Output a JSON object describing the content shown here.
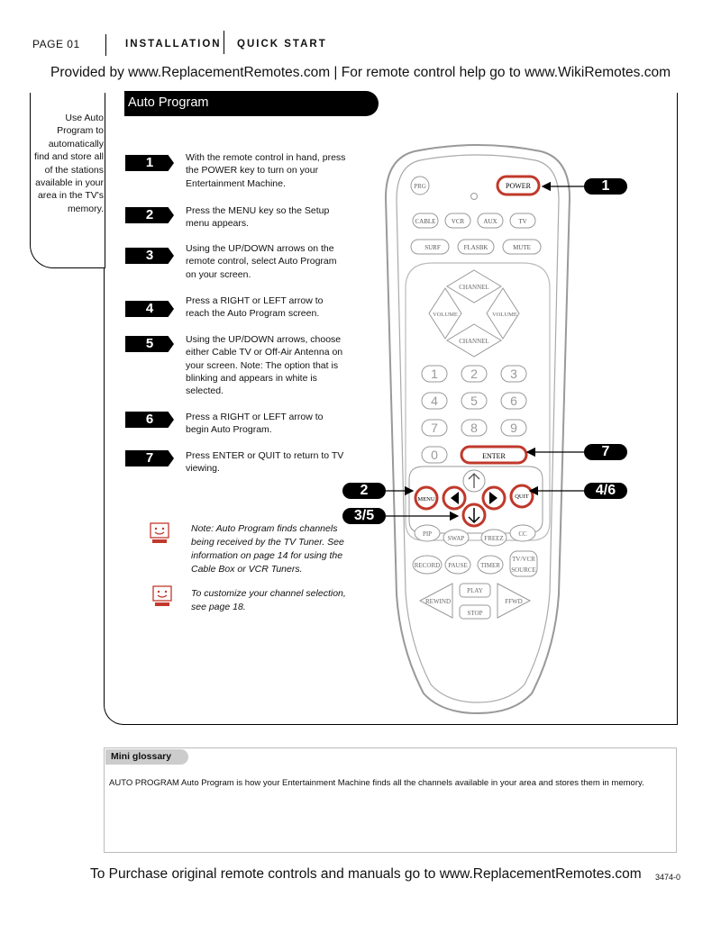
{
  "header": {
    "page": "PAGE 01",
    "section1": "INSTALLATION",
    "section2": "QUICK START"
  },
  "provided_line": "Provided by www.ReplacementRemotes.com | For remote control help go to www.WikiRemotes.com",
  "sidebar_text": "Use Auto Program to automatically find and store all of the stations available in your area in the TV's memory.",
  "title": "Auto Program",
  "steps": [
    {
      "num": "1",
      "text": "With the remote control in hand, press the POWER key to turn on your Entertainment Machine."
    },
    {
      "num": "2",
      "text": "Press the MENU key so the Setup menu appears."
    },
    {
      "num": "3",
      "text": "Using the UP/DOWN arrows on the remote control, select Auto Program on your screen."
    },
    {
      "num": "4",
      "text": "Press a RIGHT or LEFT arrow to reach the Auto Program screen."
    },
    {
      "num": "5",
      "text": "Using the UP/DOWN arrows, choose either Cable TV or Off-Air Antenna on your screen. Note: The option that is blinking and appears in white is selected."
    },
    {
      "num": "6",
      "text": "Press a RIGHT or LEFT arrow to begin Auto Program."
    },
    {
      "num": "7",
      "text": "Press ENTER or QUIT to return to TV viewing."
    }
  ],
  "notes": [
    "Note: Auto Program finds channels being received by the TV Tuner. See information on page 14 for using the Cable Box or VCR Tuners.",
    "To customize your channel selection, see page 18."
  ],
  "remote": {
    "prg": "PRG",
    "power": "POWER",
    "sources": [
      "CABLE",
      "VCR",
      "AUX",
      "TV"
    ],
    "surf": "SURF",
    "flashbk": "FLASBK",
    "mute": "MUTE",
    "channel": "CHANNEL",
    "volume": "VOLUME",
    "digits": [
      "1",
      "2",
      "3",
      "4",
      "5",
      "6",
      "7",
      "8",
      "9",
      "0"
    ],
    "enter": "ENTER",
    "menu": "MENU",
    "quit": "QUIT",
    "pip": "PIP",
    "swap": "SWAP",
    "freeze": "FREEZ",
    "cc": "CC",
    "record": "RECORD",
    "pause": "PAUSE",
    "timer": "TIMER",
    "tvvcr": "TV/VCR",
    "source": "SOURCE",
    "rewind": "REWIND",
    "play": "PLAY",
    "ffwd": "FFWD",
    "stop": "STOP"
  },
  "callouts": {
    "c1": "1",
    "c2": "2",
    "c35": "3/5",
    "c46": "4/6",
    "c7": "7"
  },
  "glossary": {
    "tab": "Mini glossary",
    "text": "AUTO PROGRAM  Auto Program is how your Entertainment Machine finds all the channels available in your area and stores them in memory."
  },
  "footer": {
    "purchase": "To Purchase original remote controls and manuals go to www.ReplacementRemotes.com",
    "code": "3474-0"
  },
  "colors": {
    "highlight": "#c0392b",
    "black": "#000000"
  }
}
